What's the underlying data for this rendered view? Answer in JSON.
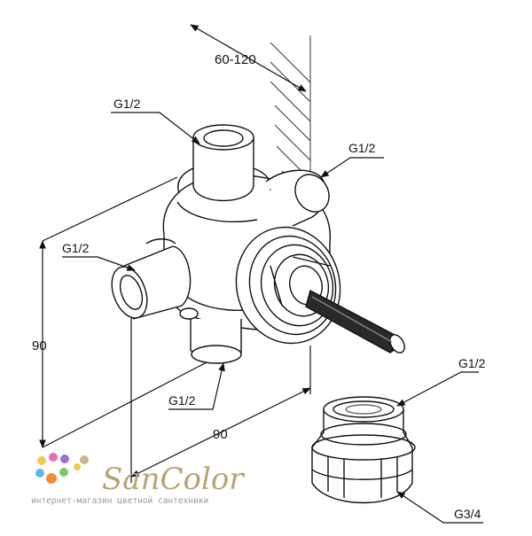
{
  "dimensions": {
    "wall_distance": "60-120",
    "height": "90",
    "width": "90"
  },
  "labels": {
    "top_port": "G1/2",
    "right_port": "G1/2",
    "left_port": "G1/2",
    "bottom_port": "G1/2",
    "adapter_top": "G1/2",
    "adapter_bottom": "G3/4"
  },
  "watermark": {
    "brand": "SanColor",
    "tagline": "интернет-магазин цветной сантехники"
  },
  "colors": {
    "line": "#111111",
    "hatch": "#333333",
    "brand": "#b8a27a",
    "dots": [
      "#f2c94c",
      "#e56fb2",
      "#9b6fd6",
      "#5db8e8",
      "#f28c38",
      "#7bc96f"
    ]
  }
}
